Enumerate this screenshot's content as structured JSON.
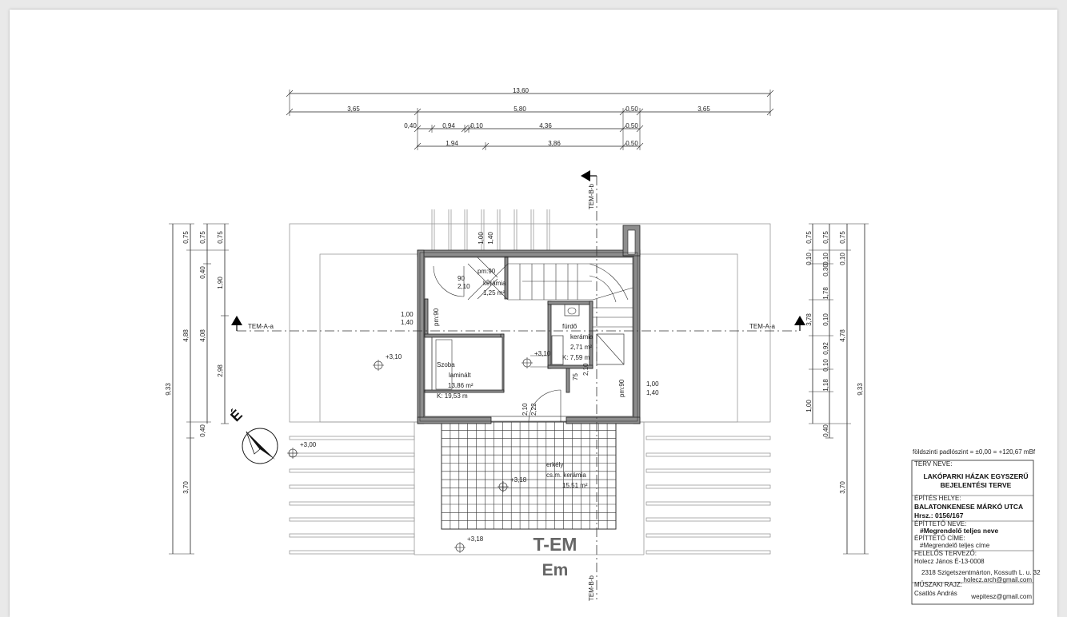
{
  "dimensions": {
    "top_total": "13,60",
    "top_row2": [
      "3,65",
      "5,80",
      "0,50",
      "3,65"
    ],
    "top_row3": [
      "0,40",
      "0,94",
      "0,10",
      "4,36",
      "0,50"
    ],
    "top_row4": [
      "1,94",
      "3,86",
      "0,50"
    ],
    "left_outer": [
      "9,33"
    ],
    "left_row2": [
      "0,75",
      "4,88",
      "0,40",
      "3,70"
    ],
    "left_row3": [
      "0,75",
      "0,40",
      "4,08"
    ],
    "left_row4": [
      "0,75",
      "1,90",
      "2,98"
    ],
    "right_inner": [
      "0,10",
      "0,75",
      "0,10",
      "0,30",
      "1,78",
      "0,10",
      "0,92",
      "0,10",
      "1,18",
      "1,00",
      "0,40"
    ],
    "right_row2": [
      "0,10",
      "0,75",
      "3,78"
    ],
    "right_row3": [
      "0,10",
      "0,75",
      "4,78",
      "3,70"
    ],
    "right_outer": [
      "9,33"
    ]
  },
  "sections": {
    "a_left": "TEM-A-a",
    "a_right": "TEM-A-a",
    "b_top": "TEM-B-b",
    "b_bottom": "TEM-B-b"
  },
  "rooms": {
    "hall": {
      "name": "kerámia",
      "area": "1,25 m²",
      "label_pm": "pm:90",
      "d1": "90",
      "d2": "2,10"
    },
    "bath": {
      "name": "fürdő",
      "material": "kerámia",
      "area": "2,71 m²",
      "perimeter": "K: 7,59 m"
    },
    "room": {
      "name": "Szoba",
      "material": "laminált",
      "area": "13,86 m²",
      "perimeter": "K: 19,53 m"
    },
    "balcony": {
      "name": "erkély",
      "material": "cs.m. kerámia",
      "area": "15,51 m²"
    }
  },
  "levels": {
    "l1": "+3,10",
    "l2": "+3,10",
    "l3": "+3,00",
    "l4": "+3,18",
    "l5": "+3,18"
  },
  "misc_labels": {
    "w1_a": "1,00",
    "w1_b": "1,40",
    "w2_a": "1,00",
    "w2_b": "1,40",
    "pm_left": "pm:90",
    "pm_right": "pm:90",
    "door_h1": "2,10",
    "door_h2": "2,22",
    "door_w": "75",
    "door_h3": "2,10",
    "rail1": "1,00",
    "rail2": "1,40"
  },
  "north": "É",
  "plan_title": "T-EM",
  "plan_subtitle": "Em",
  "title_block": {
    "ground_level": "földszinti padlószint = ±0,00 = +120,67 mBf",
    "project_label": "TERV NEVE:",
    "project_title_1": "LAKÓPARKI HÁZAK EGYSZERŰ",
    "project_title_2": "BEJELENTÉSI TERVE",
    "site_label": "ÉPÍTÉS HELYE:",
    "site_1": "BALATONKENESE MÁRKÓ UTCA",
    "site_2": "Hrsz.: 0156/167",
    "client_label": "ÉPÍTTETŐ NEVE:",
    "client_name": "#Megrendelő teljes neve",
    "client_addr_label": "ÉPÍTTETŐ CÍME:",
    "client_addr": "#Megrendelő teljes címe",
    "designer_label": "FELELŐS TERVEZŐ:",
    "designer_name": "Holecz János É-13-0008",
    "designer_addr": "2318 Szigetszentmárton, Kossuth L. u. 32",
    "designer_email": "holecz.arch@gmail.com",
    "engineer_label": "MŰSZAKI RAJZ:",
    "engineer_name": "Csatlós András",
    "engineer_email": "wepitesz@gmail.com"
  }
}
